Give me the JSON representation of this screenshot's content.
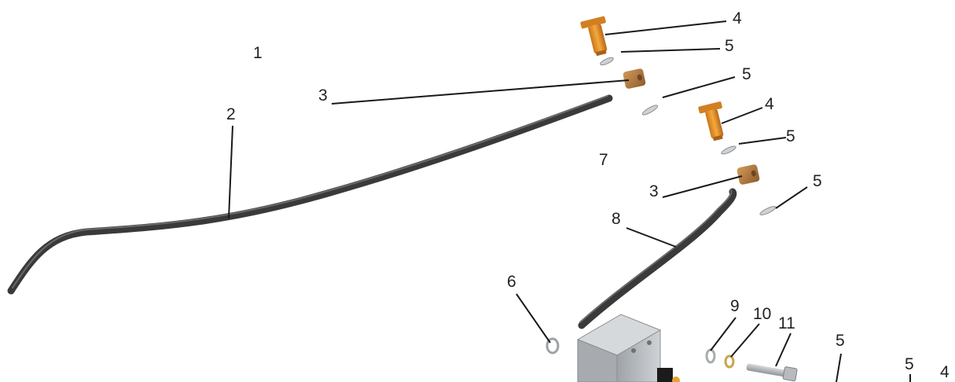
{
  "diagram": {
    "kind": "exploded-parts-view",
    "callouts": {
      "c1": "1",
      "c2": "2",
      "c3a": "3",
      "c3b": "3",
      "c4a": "4",
      "c4b": "4",
      "c4c": "4",
      "c5a": "5",
      "c5b": "5",
      "c5c": "5",
      "c5d": "5",
      "c5e": "5",
      "c5f": "5",
      "c6": "6",
      "c7": "7",
      "c8": "8",
      "c9": "9",
      "c10": "10",
      "c11": "11"
    },
    "colors": {
      "hose": "#4a4a4a",
      "fitting_orange": "#e8962a",
      "fitting_bronze": "#b97a3c",
      "block_gray": "#b5b9bd",
      "washer_gray": "#c9ccce",
      "washer_brass": "#c8a64a"
    }
  }
}
